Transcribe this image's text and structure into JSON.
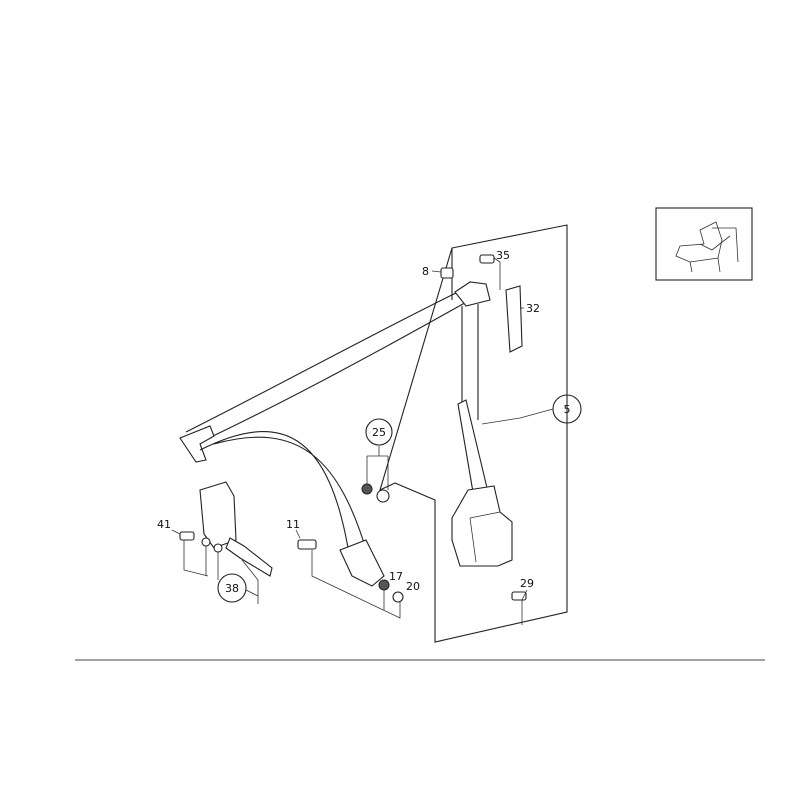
{
  "diagram": {
    "callouts": [
      {
        "id": "8",
        "label": "8"
      },
      {
        "id": "35",
        "label": "35"
      },
      {
        "id": "32",
        "label": "32"
      },
      {
        "id": "5",
        "label": "5",
        "circled": true
      },
      {
        "id": "25",
        "label": "25",
        "circled": true
      },
      {
        "id": "41",
        "label": "41"
      },
      {
        "id": "11",
        "label": "11"
      },
      {
        "id": "17",
        "label": "17"
      },
      {
        "id": "20",
        "label": "20"
      },
      {
        "id": "38",
        "label": "38",
        "circled": true
      },
      {
        "id": "29",
        "label": "29"
      }
    ]
  }
}
